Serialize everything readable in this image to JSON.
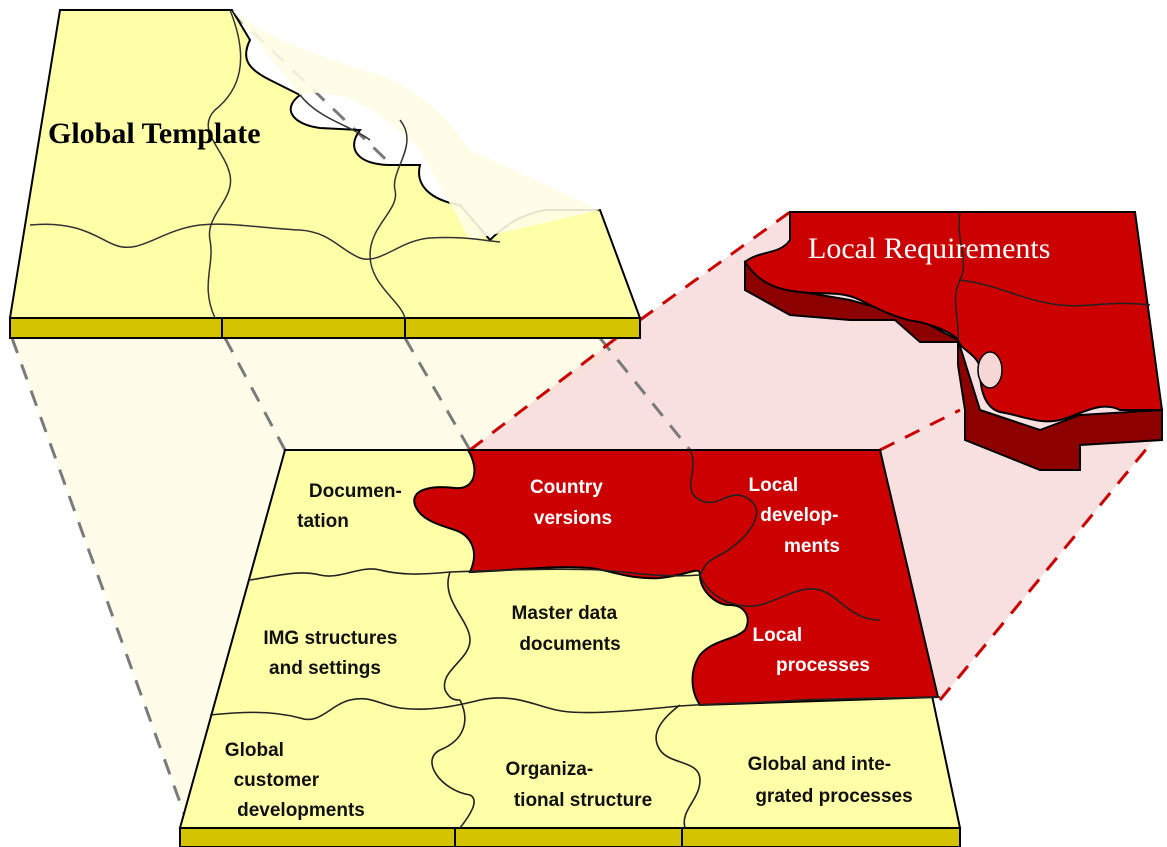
{
  "titles": {
    "global_template": "Global Template",
    "local_requirements": "Local Requirements"
  },
  "pieces": {
    "documentation": [
      "Documen-",
      "tation"
    ],
    "country_versions": [
      "Country",
      "versions"
    ],
    "local_developments": [
      "Local",
      "develop-",
      "ments"
    ],
    "img_structures": [
      "IMG structures",
      "and settings"
    ],
    "master_data": [
      "Master data",
      "documents"
    ],
    "local_processes": [
      "Local",
      "processes"
    ],
    "global_customer": [
      "Global",
      "customer",
      "developments"
    ],
    "organizational": [
      "Organiza-",
      "tional structure"
    ],
    "global_integrated": [
      "Global and inte-",
      "grated processes"
    ]
  },
  "colors": {
    "yellow": "#ffffa8",
    "yellow_edge": "#d4c300",
    "red": "#cc0000",
    "red_dark": "#7a0000",
    "pink": "#f7d6d6",
    "cream": "#fffde6"
  }
}
